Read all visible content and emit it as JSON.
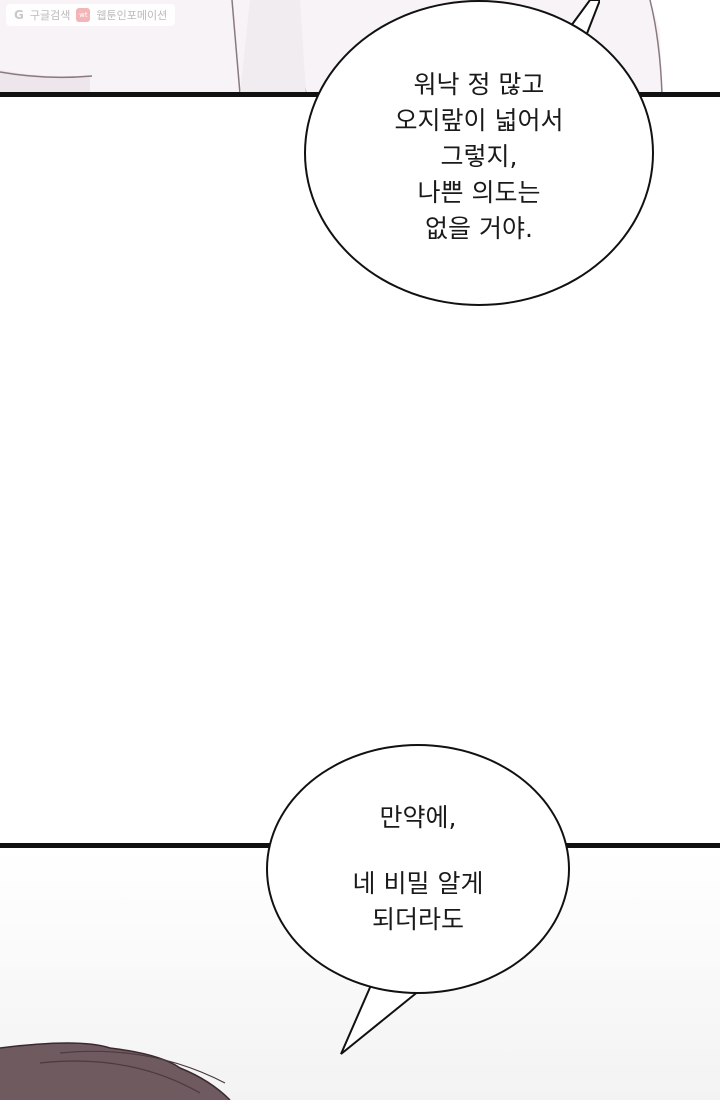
{
  "watermark": {
    "google_label": "구글검색",
    "site_label": "웹툰인포메이션"
  },
  "bubbles": [
    {
      "lines": [
        "워낙 정 많고",
        "오지랖이 넓어서",
        "그렇지,",
        "나쁜 의도는",
        "없을 거야."
      ]
    },
    {
      "lines_top": [
        "만약에,"
      ],
      "lines_bottom": [
        "네 비밀 알게",
        "되더라도"
      ]
    }
  ],
  "colors": {
    "ink": "#111111",
    "paper": "#ffffff",
    "top_panel": "#f7f3f6",
    "hair": "#8f7f84"
  }
}
